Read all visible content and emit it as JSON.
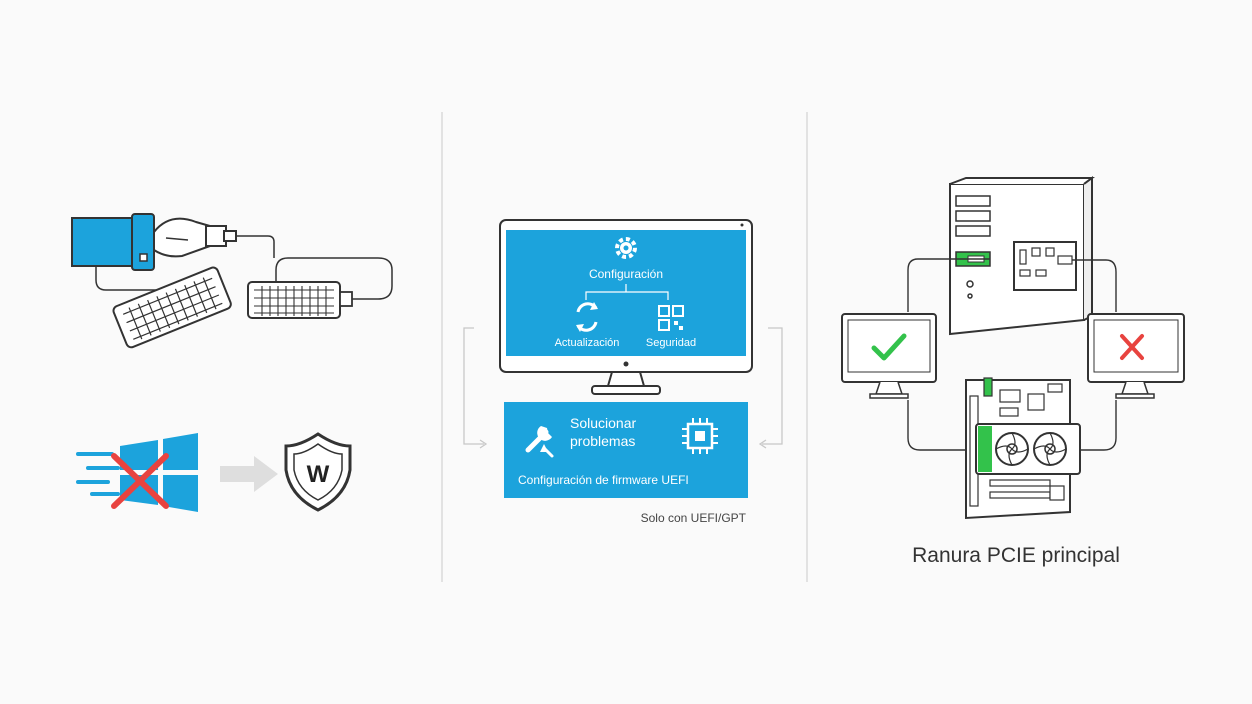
{
  "colors": {
    "blue": "#1ca3dc",
    "blue_dark": "#0e87c2",
    "green": "#33c24b",
    "red": "#e8433f",
    "line": "#444444",
    "gray": "#9a9a9a"
  },
  "left_panel": {
    "icons": [
      "usb-cable-icon",
      "keyboard-icon",
      "windows-logo-icon",
      "arrow-right-icon",
      "shield-w-icon"
    ],
    "shield_letter": "W"
  },
  "center_panel": {
    "monitor": {
      "settings_label": "Configuración",
      "update_label": "Actualización",
      "security_label": "Seguridad"
    },
    "bottom_box": {
      "troubleshoot_label_line1": "Solucionar",
      "troubleshoot_label_line2": "problemas",
      "firmware_label": "Configuración de firmware UEFI"
    },
    "note": "Solo con UEFI/GPT"
  },
  "right_panel": {
    "caption": "Ranura PCIE principal",
    "icons": [
      "pc-tower-icon",
      "monitor-check-icon",
      "monitor-x-icon",
      "motherboard-gpu-icon"
    ]
  }
}
